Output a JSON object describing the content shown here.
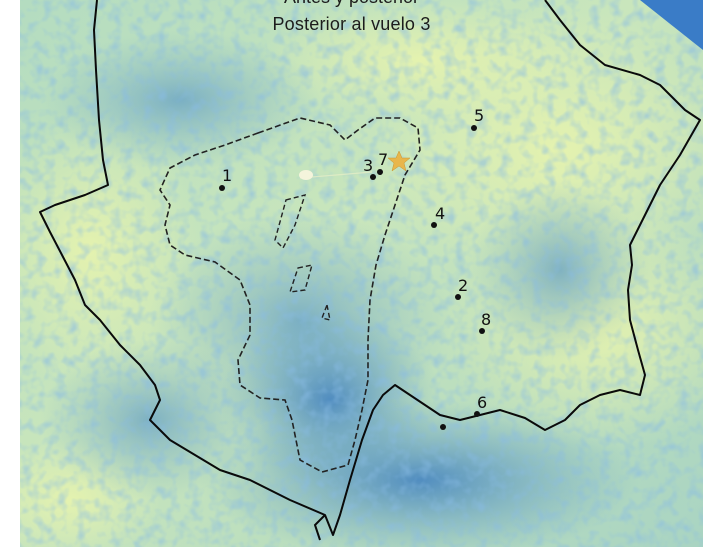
{
  "map": {
    "title": "Posterior al vuelo 3",
    "cut_title": "Antes y posterior",
    "colors": {
      "low": "#dbeeb0",
      "mid": "#a8d8b8",
      "high": "#3d80c0",
      "border": "#0a0a0a",
      "star": "#e8b64b",
      "water": "#3a7cc7"
    },
    "points": [
      {
        "label": "1"
      },
      {
        "label": "2"
      },
      {
        "label": "3"
      },
      {
        "label": "4"
      },
      {
        "label": "5"
      },
      {
        "label": "6"
      },
      {
        "label": "7"
      },
      {
        "label": "8"
      }
    ]
  }
}
